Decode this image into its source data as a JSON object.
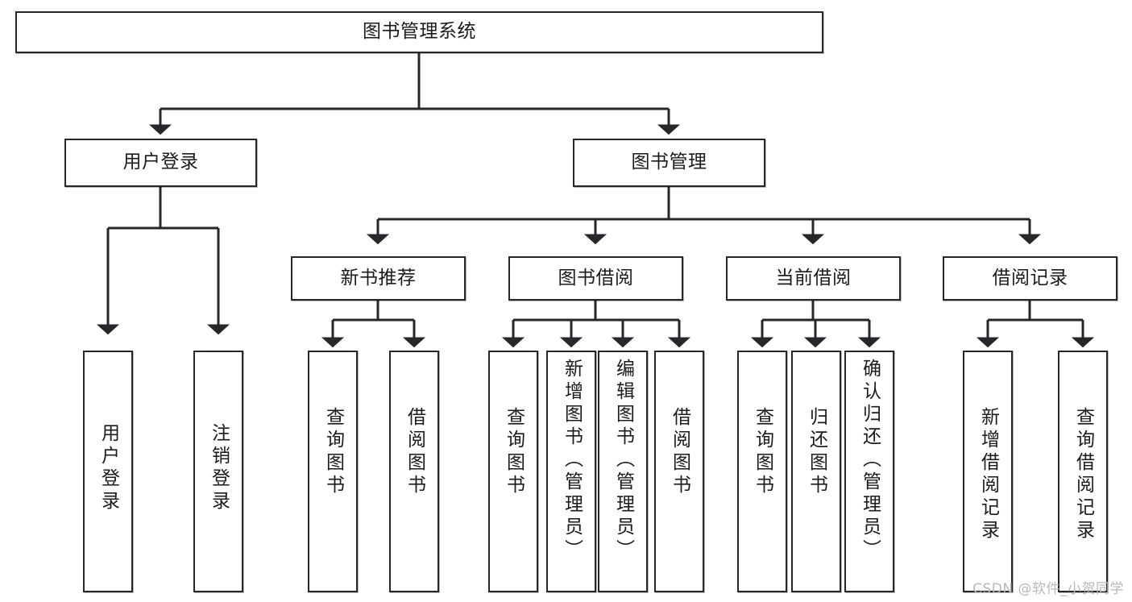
{
  "diagram": {
    "title": "图书管理系统",
    "watermark": "CSDN @软件_小贺同学",
    "colors": {
      "stroke": "#27272b",
      "text": "#1b1b1f",
      "background": "#ffffff",
      "watermark": "#b9b9bd"
    },
    "nodes": {
      "root": {
        "label": "图书管理系统"
      },
      "level2": [
        {
          "label": "用户登录"
        },
        {
          "label": "图书管理"
        }
      ],
      "level3": [
        {
          "label": "新书推荐"
        },
        {
          "label": "图书借阅"
        },
        {
          "label": "当前借阅"
        },
        {
          "label": "借阅记录"
        }
      ],
      "leaves": {
        "user_login": [
          {
            "label": "用户登录"
          },
          {
            "label": "注销登录"
          }
        ],
        "new_book_recommend": [
          {
            "label": "查询图书"
          },
          {
            "label": "借阅图书"
          }
        ],
        "book_borrow": [
          {
            "label": "查询图书"
          },
          {
            "label": "新增图书（管理员）"
          },
          {
            "label": "编辑图书（管理员）"
          },
          {
            "label": "借阅图书"
          }
        ],
        "current_borrow": [
          {
            "label": "查询图书"
          },
          {
            "label": "归还图书"
          },
          {
            "label": "确认归还（管理员）"
          }
        ],
        "borrow_record": [
          {
            "label": "新增借阅记录"
          },
          {
            "label": "查询借阅记录"
          }
        ]
      }
    }
  }
}
